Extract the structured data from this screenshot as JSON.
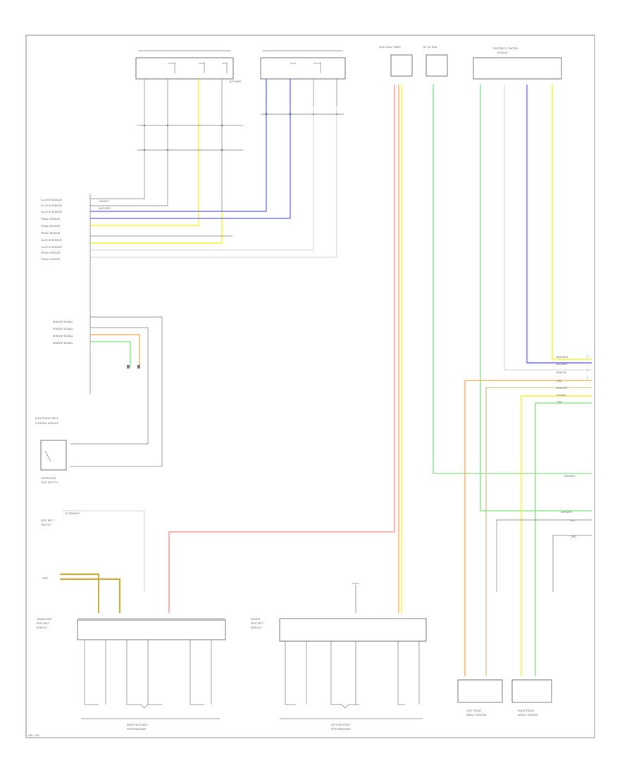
{
  "footer": {
    "code": "SW 1-06"
  },
  "labels": {
    "tag_lt_grn_wht": "LT GRN/WHT",
    "tag_vio_wht": "VIO/WHT",
    "tag_wht_grn": "WHT/GRN",
    "tag_cut_wire": "CUT WIRE",
    "tag_gry_wht": "GRY/WHT",
    "tag_yel": "YEL",
    "tag_org": "ORG",
    "pin_8": "8",
    "pin_7": "7",
    "pin_6": "6",
    "pin_5": "5"
  }
}
